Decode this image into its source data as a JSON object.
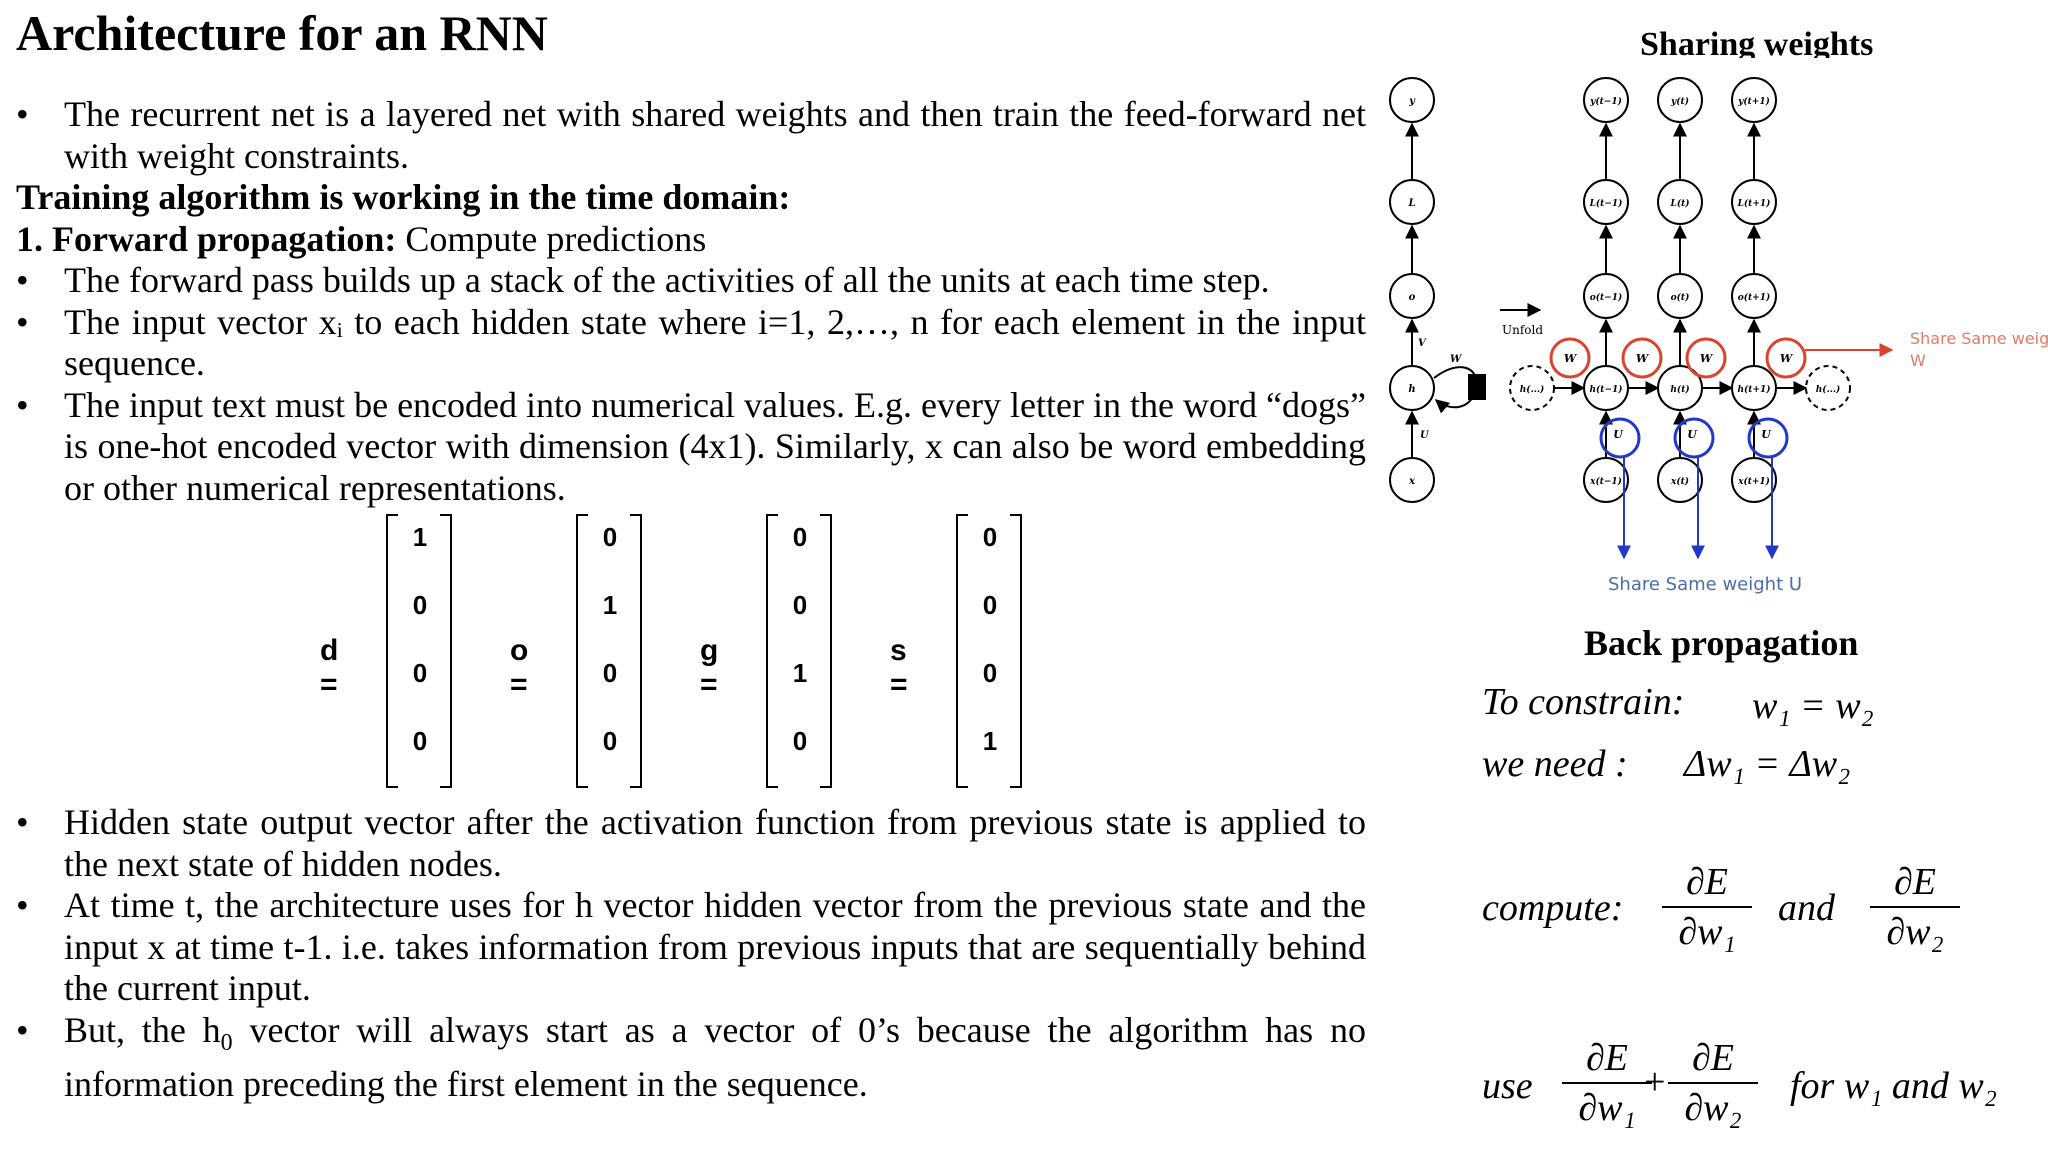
{
  "title": "Architecture for an RNN",
  "left": {
    "b1": "The recurrent net is a layered net with shared weights and then train the feed-forward net with weight constraints.",
    "training_heading": "Training algorithm is working in the time domain:",
    "forward_bold": "1. Forward propagation:",
    "forward_rest": " Compute predictions",
    "b2": "The forward pass builds up a stack of the activities of all the units at each time step.",
    "b3": "The input vector xᵢ to each hidden state where i=1, 2,…, n for each element in the input sequence.",
    "b4": "The input text must be encoded into numerical values. E.g. every letter in the word “dogs” is one-hot encoded vector with dimension (4x1). Similarly, x can also be word embedding or other numerical representations.",
    "b5": "Hidden state output vector after the activation function from previous state is applied to the next state of hidden nodes.",
    "b6": "At time t, the architecture uses for h vector hidden vector from the previous state and the input x at time t-1. i.e. takes information from previous inputs that are sequentially behind the current input.",
    "b7_pre": "But, the h",
    "b7_sub": "0",
    "b7_post": " vector will always start as a vector of 0’s because the algorithm has no information preceding the first element in the sequence.",
    "bullet": "•"
  },
  "matrices": [
    {
      "label": "d =",
      "values": [
        "1",
        "0",
        "0",
        "0"
      ]
    },
    {
      "label": "o =",
      "values": [
        "0",
        "1",
        "0",
        "0"
      ]
    },
    {
      "label": "g =",
      "values": [
        "0",
        "0",
        "1",
        "0"
      ]
    },
    {
      "label": "s =",
      "values": [
        "0",
        "0",
        "0",
        "1"
      ]
    }
  ],
  "diagram": {
    "heading": "Sharing weights",
    "folded": {
      "y": "y",
      "L": "L",
      "o": "o",
      "h": "h",
      "x": "x",
      "V": "V",
      "U": "U",
      "W": "W"
    },
    "unfold": "Unfold",
    "y_nodes": [
      "y(t−1)",
      "y(t)",
      "y(t+1)"
    ],
    "L_nodes": [
      "L(t−1)",
      "L(t)",
      "L(t+1)"
    ],
    "o_nodes": [
      "o(t−1)",
      "o(t)",
      "o(t+1)"
    ],
    "h_nodes": [
      "h(t−1)",
      "h(t)",
      "h(t+1)"
    ],
    "x_nodes": [
      "x(t−1)",
      "x(t)",
      "x(t+1)"
    ],
    "h_dots_left": "h(...)",
    "h_dots_right": "h(...)",
    "w_label": "W",
    "u_label": "U",
    "share_w_line1": "Share Same weight",
    "share_w_line2": "W",
    "share_u": "Share Same weight U",
    "red": "#d9432f",
    "blue": "#2238c9",
    "label_blue": "#4a6fa8",
    "label_red": "#e07a6a"
  },
  "backprop": {
    "title": "Back propagation",
    "l1_lhs": "To  constrain:",
    "l1_eq": "w₁ = w₂",
    "l2_lhs": "we  need :",
    "l2_eq": "Δw₁ = Δw₂",
    "compute": "compute:",
    "and": "and",
    "use": "use",
    "plus": "+",
    "for": "for w₁ and w₂",
    "dE": "∂E",
    "dw1": "∂w₁",
    "dw2": "∂w₂"
  }
}
